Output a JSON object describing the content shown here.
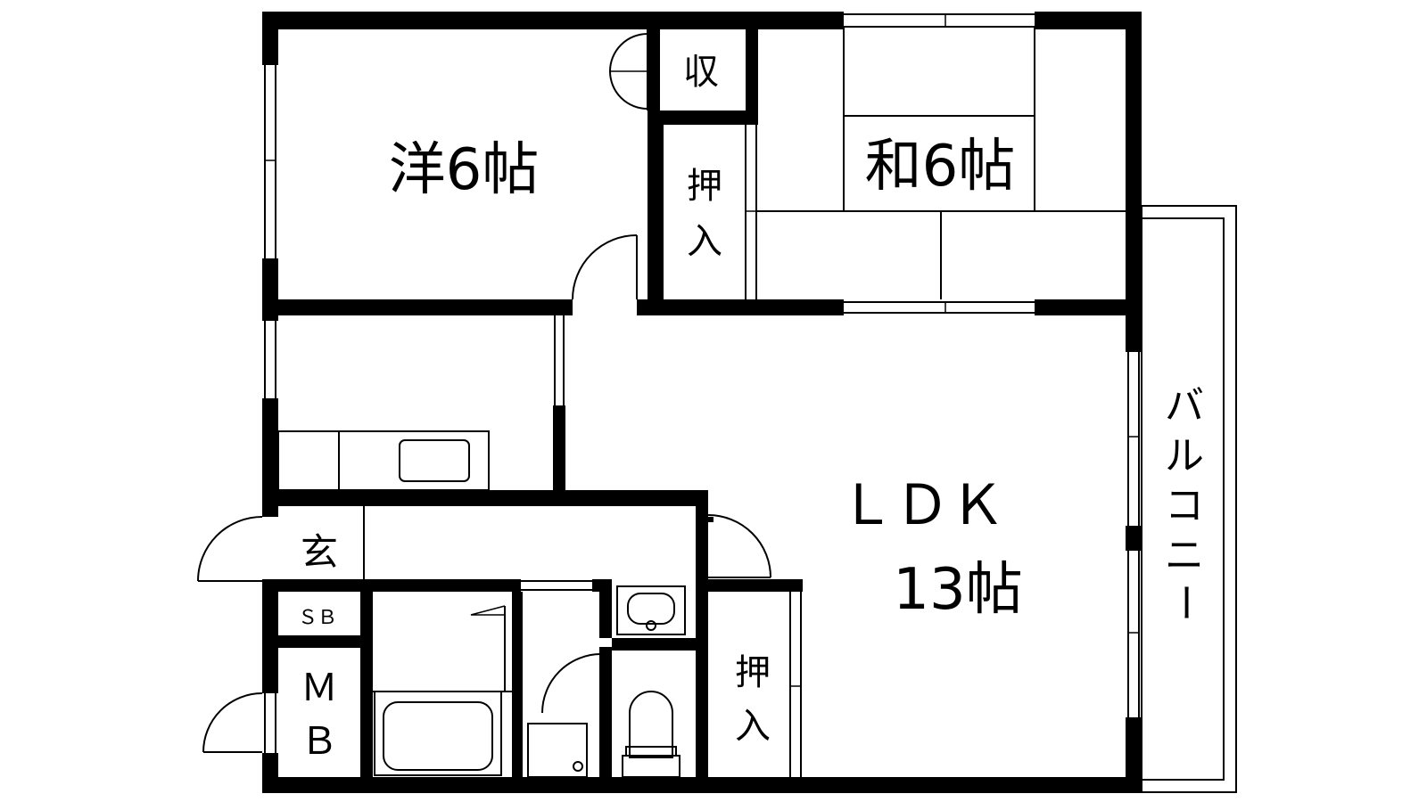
{
  "rooms": {
    "western_room": "洋6帖",
    "japanese_room": "和6帖",
    "ldk_name": "ＬＤＫ",
    "ldk_size": "13帖",
    "storage": "収",
    "closet_top_line1": "押",
    "closet_top_line2": "入",
    "closet_bottom_line1": "押",
    "closet_bottom_line2": "入",
    "entrance": "玄",
    "shoe_box": "ＳＢ",
    "meter_box_line1": "Ｍ",
    "meter_box_line2": "Ｂ"
  },
  "balcony": {
    "chars": [
      "バ",
      "ル",
      "コ",
      "ニ",
      "ー"
    ]
  },
  "colors": {
    "wall": "#000000",
    "background": "#ffffff"
  }
}
